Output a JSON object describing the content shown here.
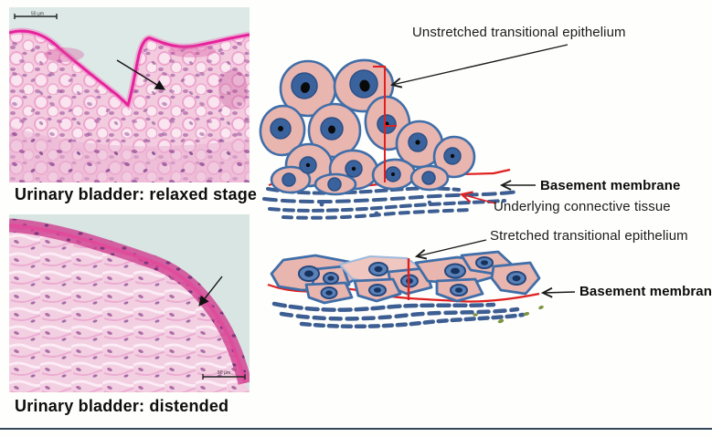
{
  "captions": {
    "relaxed": "Urinary bladder: relaxed stage",
    "distended": "Urinary bladder: distended"
  },
  "diagram_labels": {
    "unstretched_epithelium": "Unstretched transitional epithelium",
    "basement_membrane_top": "Basement membrane",
    "underlying_connective_tissue": "Underlying connective tissue",
    "stretched_epithelium": "Stretched transitional epithelium",
    "basement_membrane_bottom": "Basement membrane"
  },
  "scalebars": {
    "relaxed": "50 µm",
    "distended": "50 µm"
  },
  "colors": {
    "cell_fill": "#e9b5af",
    "cell_outline": "#3f6ea8",
    "nucleus_blue": "#3a639e",
    "basement_membrane_red": "#e02020",
    "connective_tissue_blue": "#3d5e92",
    "micrograph_background": "#dde9e7",
    "tissue_pink": "#f3cbdf",
    "tissue_edge_magenta": "#e6219c",
    "label_text": "#1c1c1c",
    "footer_line": "#35495c"
  }
}
